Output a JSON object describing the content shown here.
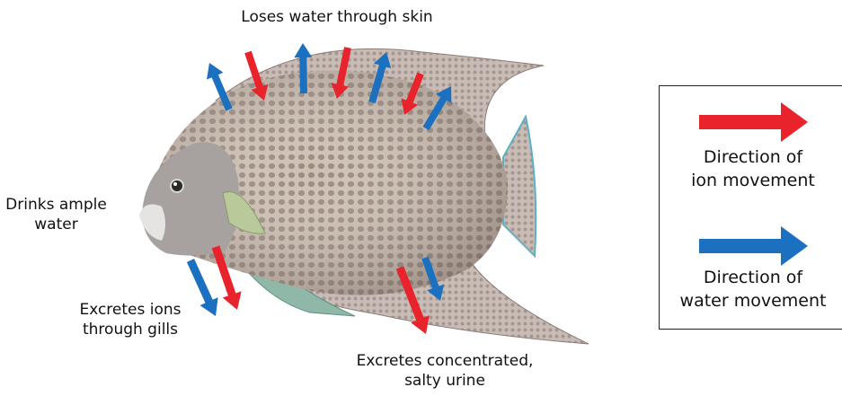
{
  "labels": {
    "skin": "Loses water through skin",
    "drinks": "Drinks ample\nwater",
    "gills": "Excretes ions\nthrough gills",
    "urine": "Excretes concentrated,\nsalty urine"
  },
  "legend": {
    "ion": "Direction of\nion movement",
    "water": "Direction of\nwater movement"
  },
  "colors": {
    "ion": "#e8232b",
    "water": "#1b70c0"
  }
}
